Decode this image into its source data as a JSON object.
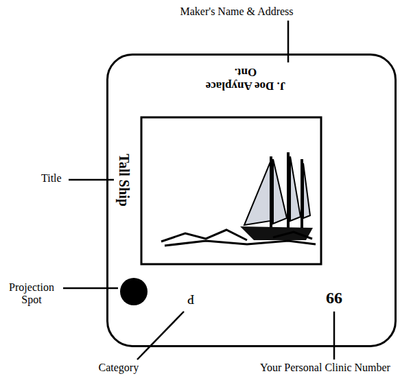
{
  "diagram": {
    "nodes": [
      {
        "text": [
          "J. Doe Anyplace Ont.",
          "Tall Ship",
          "P",
          "66"
        ]
      }
    ],
    "labels": [
      "Maker's Name & Address",
      "Title",
      "Projection Spot",
      "Category",
      "Your Personal Clinic Number"
    ]
  }
}
